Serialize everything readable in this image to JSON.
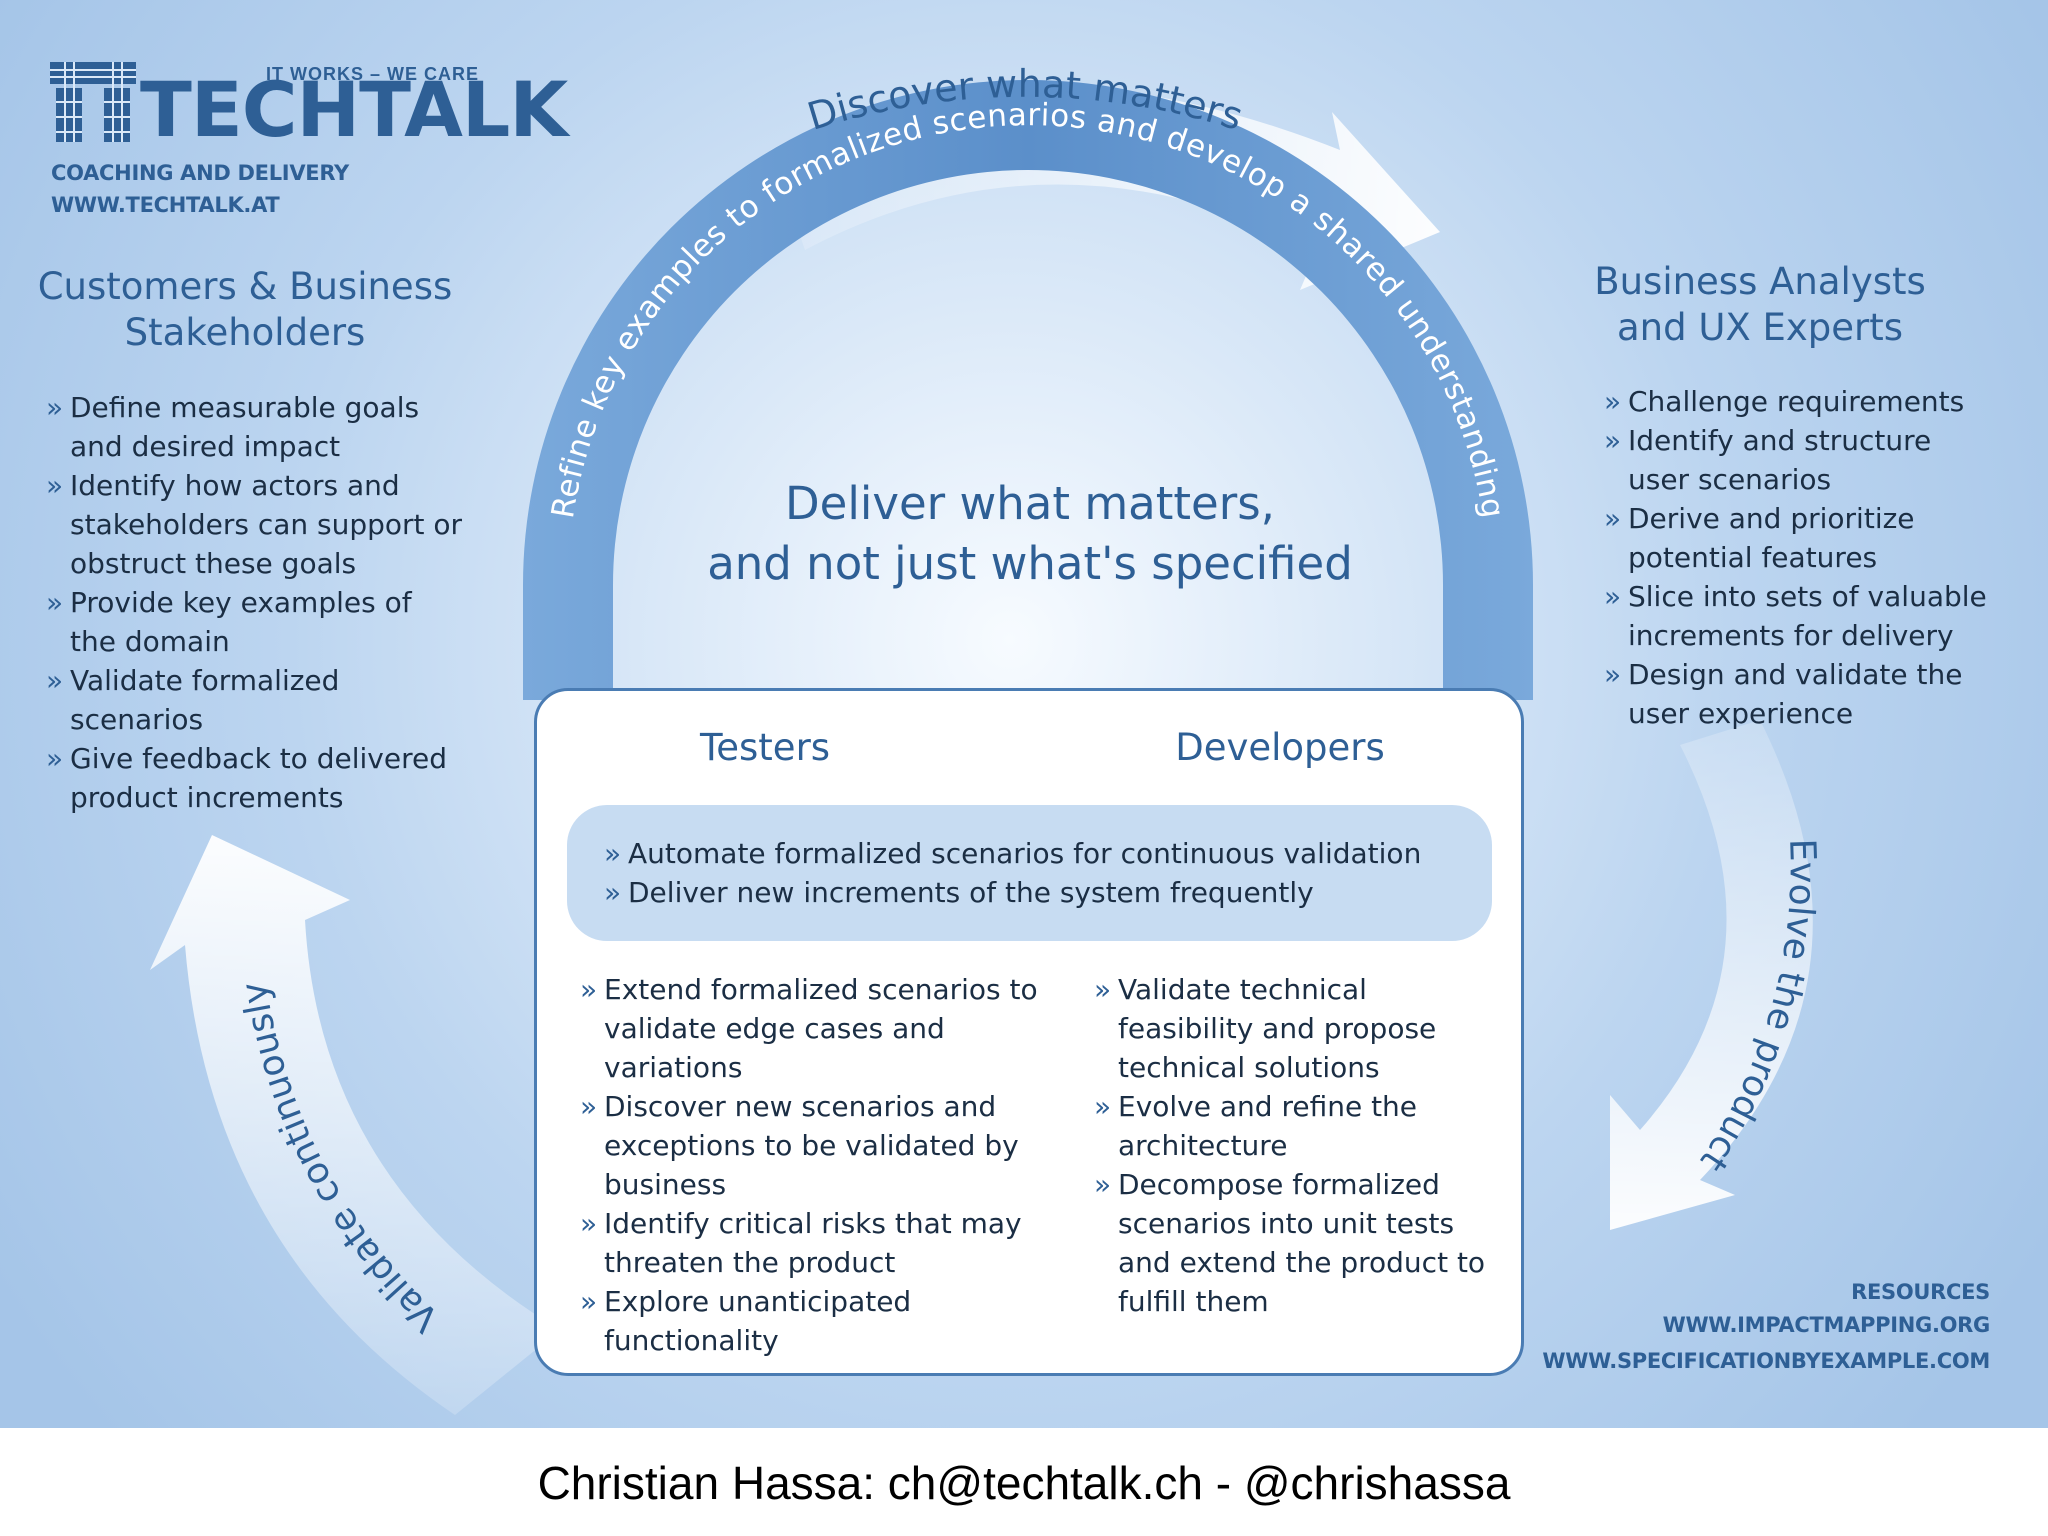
{
  "logo": {
    "name": "TECHTALK",
    "tagline": "IT WORKS – WE CARE",
    "subtitle": "COACHING AND DELIVERY",
    "url": "WWW.TECHTALK.AT"
  },
  "cycle": {
    "top": "Discover what matters",
    "inner_arc": "Refine key examples to formalized scenarios and develop a shared understanding",
    "right": "Evolve the product",
    "left": "Validate continuously"
  },
  "center_title": {
    "line1": "Deliver what matters,",
    "line2": "and not just what's specified"
  },
  "customers": {
    "heading_line1": "Customers & Business",
    "heading_line2": "Stakeholders",
    "items": [
      "Define measurable goals and desired impact",
      "Identify how actors and stakeholders can support or obstruct these goals",
      "Provide key examples of the domain",
      "Validate formalized scenarios",
      "Give feedback to delivered product increments"
    ]
  },
  "analysts": {
    "heading_line1": "Business Analysts",
    "heading_line2": "and UX Experts",
    "items": [
      "Challenge requirements",
      "Identify and structure user scenarios",
      "Derive and prioritize potential features",
      "Slice into sets of valuable increments for delivery",
      "Design and validate the user experience"
    ]
  },
  "testers": {
    "heading": "Testers",
    "items": [
      "Extend formalized scenarios to validate edge cases and variations",
      "Discover new scenarios and exceptions to be validated by business",
      "Identify critical risks that may threaten the product",
      "Explore unanticipated functionality"
    ]
  },
  "developers": {
    "heading": "Developers",
    "items": [
      "Validate technical feasibility and propose technical solutions",
      "Evolve and refine the architecture",
      "Decompose formalized scenarios into unit tests and extend the product to fulfill them"
    ]
  },
  "shared": {
    "items": [
      "Automate formalized scenarios for continuous validation",
      "Deliver new increments of the system frequently"
    ]
  },
  "resources": {
    "title": "RESOURCES",
    "links": [
      "WWW.IMPACTMAPPING.ORG",
      "WWW.SPECIFICATIONBYEXAMPLE.COM"
    ]
  },
  "footer": "Christian Hassa: ch@techtalk.ch - @chrishassa",
  "colors": {
    "background_light": "#eaf3fc",
    "background_dark": "#a9c8ea",
    "accent": "#2e5f95",
    "arc": "#6f9fd3",
    "body_text": "#1b2e44"
  }
}
